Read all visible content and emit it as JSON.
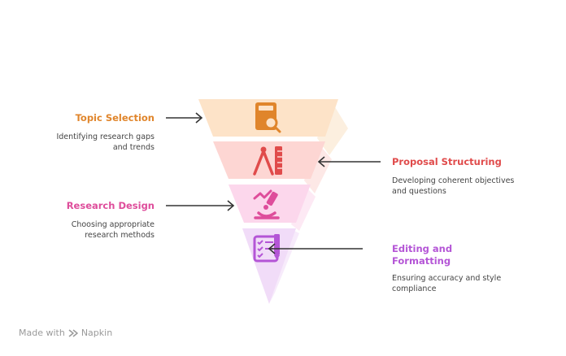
{
  "stages": [
    {
      "title": "Topic Selection",
      "description": [
        "Identifying research gaps",
        "and trends"
      ],
      "title_color": "#e0852b",
      "fill": "#fde3c8",
      "side_fill": "#fcefdf",
      "icon_color": "#e0852b",
      "icon": "book-search-icon"
    },
    {
      "title": "Proposal Structuring",
      "description": [
        "Developing coherent objectives",
        "and questions"
      ],
      "title_color": "#e04b4b",
      "fill": "#fdd6d3",
      "side_fill": "#fde8e6",
      "icon_color": "#e04b4b",
      "icon": "drafting-tools-icon"
    },
    {
      "title": "Research Design",
      "description": [
        "Choosing appropriate",
        "research methods"
      ],
      "title_color": "#de4d9b",
      "fill": "#fcd7ec",
      "side_fill": "#fde9f4",
      "icon_color": "#de4d9b",
      "icon": "microscope-icon"
    },
    {
      "title": "Editing and\nFormatting",
      "description": [
        "Ensuring accuracy and style",
        "compliance"
      ],
      "title_color": "#b455d6",
      "fill": "#f1dcf8",
      "side_fill": "#f7ebfb",
      "icon_color": "#b455d6",
      "icon": "checklist-edit-icon"
    }
  ],
  "footer": {
    "text": "Made with",
    "brand": "Napkin",
    "icon": "napkin-logo-icon"
  },
  "colors": {
    "arrow": "#333333",
    "footer_text": "#9a9a9a"
  }
}
